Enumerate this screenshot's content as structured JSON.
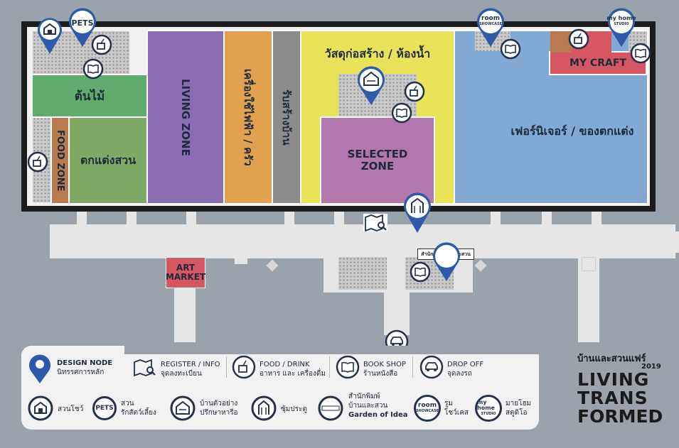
{
  "zones": {
    "ton_mai": "ต้นไม้",
    "tok_taeng_suan": "ตกแต่งสวน",
    "food_zone": "FOOD ZONE",
    "living_zone": "LIVING ZONE",
    "appliances": "เครื่องใช้ไฟฟ้า / ครัว",
    "contractor": "รับสร้างบ้าน",
    "materials": "วัสดุก่อสร้าง / ห้องน้ำ",
    "selected_zone_line1": "SELECTED",
    "selected_zone_line2": "ZONE",
    "furniture": "เฟอร์นิเจอร์ / ของตกแต่ง",
    "my_craft": "MY CRAFT",
    "art_market_line1": "ART",
    "art_market_line2": "MARKET",
    "publisher_sign": "สำนักพิมพ์บ้านและสวน"
  },
  "pin_labels": {
    "pets": "PETS",
    "room_showcase": "room",
    "room_showcase_sub": "SHOWCASE",
    "my_home_studio": "my home",
    "my_home_studio_sub": "STUDIO"
  },
  "legend": {
    "design_node_en": "DESIGN NODE",
    "design_node_th": "นิทรรศการหลัก",
    "register_en": "REGISTER / INFO",
    "register_th": "จุดลงทะเบียน",
    "food_en": "FOOD / DRINK",
    "food_th": "อาหาร และ เครื่องดื่ม",
    "book_en": "BOOK SHOP",
    "book_th": "ร้านหนังสือ",
    "drop_en": "DROP OFF",
    "drop_th": "จุดลงรถ",
    "garden_show": "สวนโชว์",
    "pets_line1": "สวน",
    "pets_line2": "รักสัตว์เลี้ยง",
    "pets_icon": "PETS",
    "model_house_line1": "บ้านตัวอย่าง",
    "model_house_line2": "ปรึกษาหารือ",
    "gate": "ซุ้มประตู",
    "publisher_line1": "สำนักพิมพ์",
    "publisher_line2": "บ้านและสวน",
    "publisher_line3": "Garden of Idea",
    "room_line1": "รูม",
    "room_line2": "โชว์เคส",
    "room_icon": "room",
    "room_icon_sub": "SHOWCASE",
    "studio_line1": "มายโฮม",
    "studio_line2": "สตูดิโอ",
    "studio_icon": "my home",
    "studio_icon_sub": "STUDIO"
  },
  "brand": {
    "th_name": "บ้านและสวนแฟร์",
    "year": "2019",
    "line1": "LIVING",
    "line2": "TRANS",
    "line3": "FORMED"
  },
  "colors": {
    "green": "#5fac6e",
    "olive": "#7ea967",
    "brown": "#b97a4f",
    "purple": "#8b6db3",
    "orange": "#e2a14f",
    "gray": "#8c8c8c",
    "yellow": "#e9e35a",
    "magenta": "#b277ad",
    "blue": "#82a8d4",
    "red": "#d65664",
    "pin": "#2f5aa9"
  }
}
